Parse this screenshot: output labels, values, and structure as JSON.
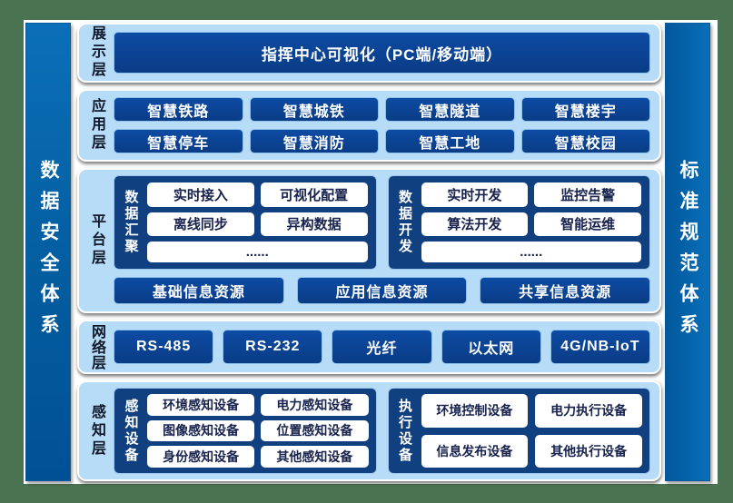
{
  "accents": {
    "frame_green": "#4a7351",
    "canvas_white": "#ffffff",
    "pillar_blue": "#0565ad",
    "layer_bg_light_blue": "#b7dcf8",
    "button_dark_blue": "#0b4294",
    "subpanel_navy": "#10407f",
    "button_text_white": "#ffffff",
    "white_button_text_navy": "#17224d"
  },
  "left_pillar": {
    "label": "数据安全体系"
  },
  "right_pillar": {
    "label": "标准规范体系"
  },
  "layers": [
    {
      "label": "展示层",
      "button": "指挥中心可视化（PC端/移动端）"
    },
    {
      "label": "应用层",
      "buttons": [
        "智慧铁路",
        "智慧城铁",
        "智慧隧道",
        "智慧楼宇",
        "智慧停车",
        "智慧消防",
        "智慧工地",
        "智慧校园"
      ]
    },
    {
      "label": "平台层",
      "panels": [
        {
          "title": "数据汇聚",
          "items": [
            "实时接入",
            "可视化配置",
            "离线同步",
            "异构数据",
            "......"
          ]
        },
        {
          "title": "数据开发",
          "items": [
            "实时开发",
            "监控告警",
            "算法开发",
            "智能运维",
            "......"
          ]
        }
      ],
      "resources": [
        "基础信息资源",
        "应用信息资源",
        "共享信息资源"
      ]
    },
    {
      "label": "网络层",
      "buttons": [
        "RS-485",
        "RS-232",
        "光纤",
        "以太网",
        "4G/NB-IoT"
      ]
    },
    {
      "label": "感知层",
      "panels": [
        {
          "title": "感知设备",
          "items": [
            "环境感知设备",
            "电力感知设备",
            "图像感知设备",
            "位置感知设备",
            "身份感知设备",
            "其他感知设备"
          ]
        },
        {
          "title": "执行设备",
          "items": [
            "环境控制设备",
            "电力执行设备",
            "信息发布设备",
            "其他执行设备"
          ]
        }
      ]
    }
  ]
}
